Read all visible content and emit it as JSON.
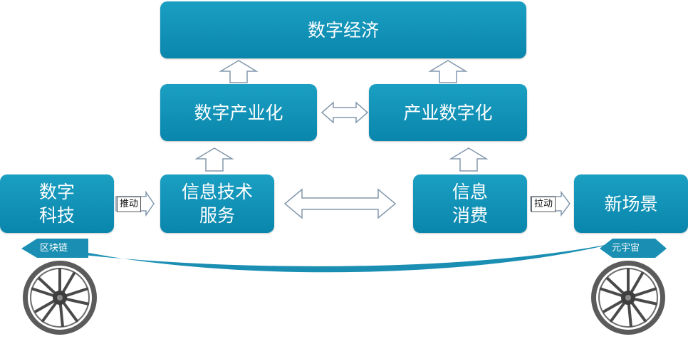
{
  "boxes": {
    "digital_economy": "数字经济",
    "digital_industrialization": "数字产业化",
    "industrial_digitization": "产业数字化",
    "digital_tech": [
      "数字",
      "科技"
    ],
    "it_services": [
      "信息技术",
      "服务"
    ],
    "info_consumption": [
      "信息",
      "消费"
    ],
    "new_scenarios": "新场景"
  },
  "tags": {
    "push": "推动",
    "pull": "拉动"
  },
  "wheel_labels": {
    "left": "区块链",
    "right": "元宇宙"
  },
  "colors": {
    "box": "#1492b8",
    "arrow_stroke": "#7a8fa6",
    "axle": "#1a8fb3",
    "wheel_rim": "#3d3d3d"
  }
}
